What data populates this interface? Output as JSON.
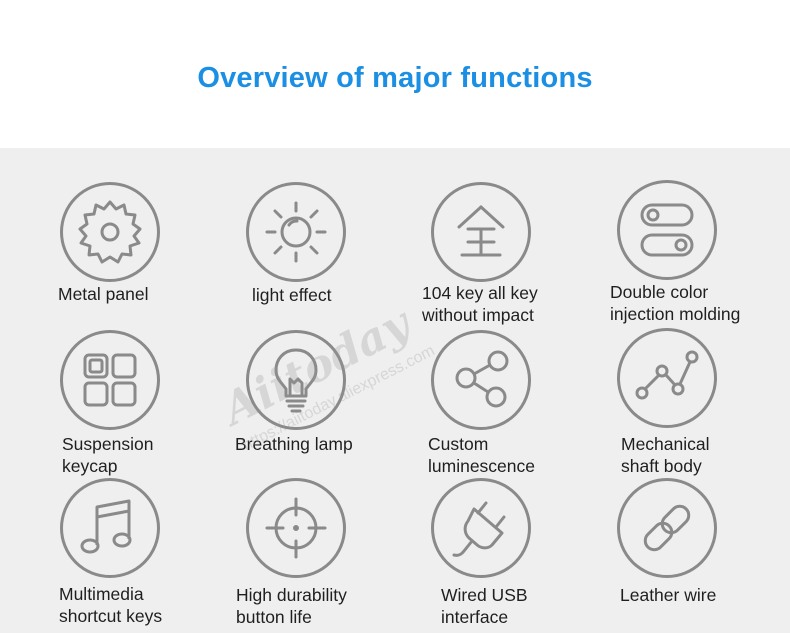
{
  "title": "Overview of major functions",
  "colors": {
    "title": "#1a8fe3",
    "icon_stroke": "#8a8a8a",
    "panel": "#efefef"
  },
  "features": [
    {
      "icon": "gear-icon",
      "lines": [
        "Metal panel"
      ]
    },
    {
      "icon": "sun-icon",
      "lines": [
        "light effect"
      ]
    },
    {
      "icon": "all-keys-icon",
      "lines": [
        "104 key all key",
        "without impact"
      ]
    },
    {
      "icon": "toggle-icon",
      "lines": [
        "Double color",
        "injection molding"
      ]
    },
    {
      "icon": "keycap-grid-icon",
      "lines": [
        "Suspension",
        "keycap"
      ]
    },
    {
      "icon": "lightbulb-icon",
      "lines": [
        "Breathing lamp"
      ]
    },
    {
      "icon": "share-nodes-icon",
      "lines": [
        "Custom",
        "luminescence"
      ]
    },
    {
      "icon": "line-chart-icon",
      "lines": [
        "Mechanical",
        "shaft body"
      ]
    },
    {
      "icon": "music-note-icon",
      "lines": [
        "Multimedia",
        "shortcut keys"
      ]
    },
    {
      "icon": "crosshair-icon",
      "lines": [
        "High durability",
        "button life"
      ]
    },
    {
      "icon": "plug-icon",
      "lines": [
        "Wired USB",
        "interface"
      ]
    },
    {
      "icon": "chain-link-icon",
      "lines": [
        "Leather wire"
      ]
    }
  ],
  "watermark": {
    "brand": "Aiitoday",
    "url": "https://aiitoday.aliexpress.com"
  }
}
